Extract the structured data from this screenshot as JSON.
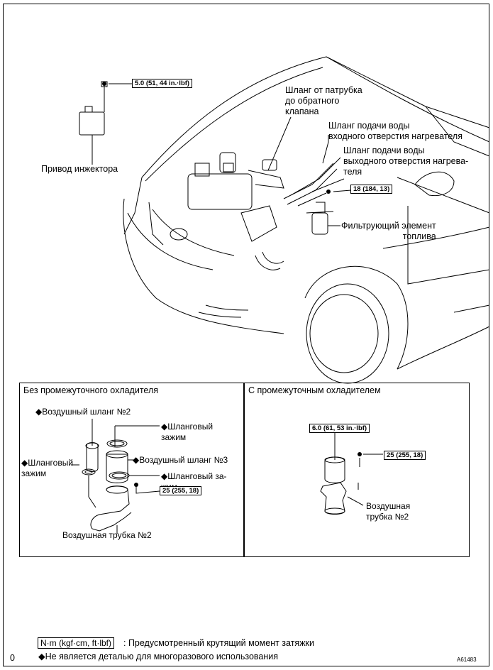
{
  "main": {
    "torque_injector": "5.0 (51, 44 in.·lbf)",
    "torque_filter": "18 (184, 13)",
    "label_injector_driver": "Привод инжектора",
    "label_hose_check_valve": "Шланг от патрубка\nдо обратного\nклапана",
    "label_heater_inlet": "Шланг подачи воды\nвходного отверстия нагревателя",
    "label_heater_outlet": "Шланг подачи воды\nвыходного отверстия нагрева-\nтеля",
    "label_fuel_filter": "Фильтрующий элемент\nтоплива"
  },
  "left_panel": {
    "title": "Без промежуточного охладителя",
    "air_hose_2": "Воздушный шланг №2",
    "hose_clamp_top": "Шланговый\nзажим",
    "hose_clamp_left": "Шланговый\nзажим",
    "air_hose_3": "Воздушный шланг №3",
    "hose_clamp_right": "Шланговый за-\nжим",
    "torque": "25 (255, 18)",
    "air_tube_2": "Воздушная трубка №2"
  },
  "right_panel": {
    "title": "С промежуточным охладителем",
    "torque_top": "6.0 (61, 53 in.·lbf)",
    "torque_bolt": "25 (255, 18)",
    "air_tube_2": "Воздушная\nтрубка №2"
  },
  "legend": {
    "unit_box": "N·m (kgf·cm, ft·lbf)",
    "torque_note": ": Предусмотренный крутящий момент затяжки",
    "nonreuse_note": "Не является деталью для многоразового использования",
    "diamond": "◆",
    "left_mark": "0"
  },
  "figure_code": "A61483"
}
